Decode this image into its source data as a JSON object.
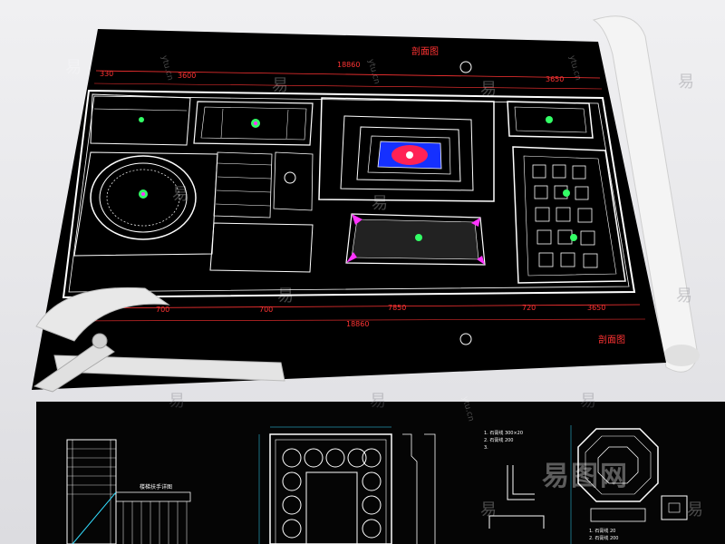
{
  "top_drawing": {
    "dimension_top_left": "330",
    "dimension_top_2": "3600",
    "dimension_top_total": "18860",
    "dimension_top_right": "3650",
    "section_mark_top": "剖面图",
    "dimension_bottom_1": "700",
    "dimension_bottom_2": "700",
    "dimension_bottom_3": "7850",
    "dimension_bottom_4": "720",
    "dimension_bottom_5": "3650",
    "dimension_bottom_total": "18860",
    "section_mark_bottom": "剖面图"
  },
  "bottom_drawing": {
    "stair_label": "楼梯扶手详图",
    "note_1": "1. 石膏线 300×20",
    "note_2": "2. 石膏线 200",
    "note_3": "3.",
    "note_4": "1. 石膏线 20",
    "note_5": "2. 石膏线 200"
  },
  "watermark": {
    "glyph": "易",
    "site": "ytu.cn",
    "logo_text": "易图网"
  },
  "colors": {
    "paper_bg": "#000000",
    "lines": "#ffffff",
    "dimension": "#ff3333",
    "accent_magenta": "#ff33ff",
    "accent_blue": "#2244ff",
    "accent_green": "#33ff66",
    "cyan": "#33ddff"
  }
}
